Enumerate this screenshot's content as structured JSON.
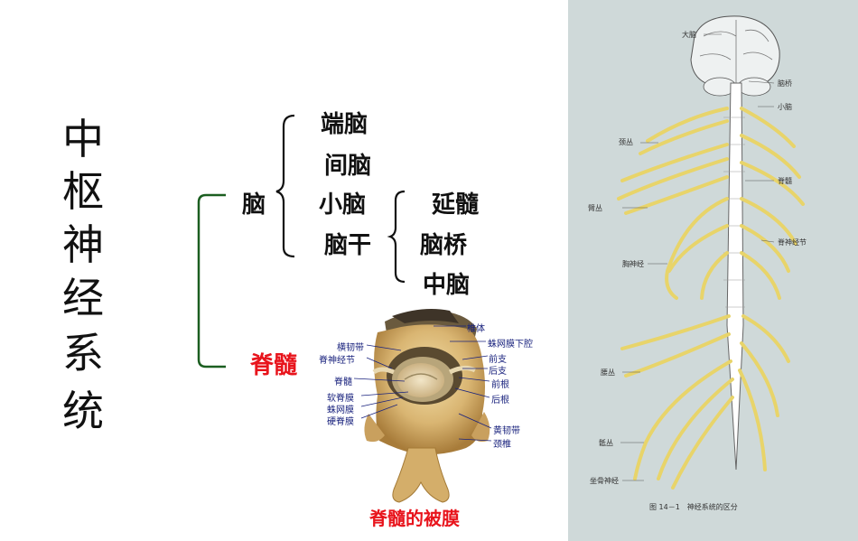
{
  "title_chars": [
    "中",
    "枢",
    "神",
    "经",
    "系",
    "统"
  ],
  "hierarchy": {
    "brain": "脑",
    "brain_parts": [
      "端脑",
      "间脑",
      "小脑",
      "脑干"
    ],
    "brainstem_parts": [
      "延髓",
      "脑桥",
      "中脑"
    ],
    "spinal_cord": "脊髓"
  },
  "spine_photo": {
    "labels_left": [
      "横韧带",
      "脊神经节",
      "脊髓",
      "软脊膜",
      "蛛网膜",
      "硬脊膜"
    ],
    "labels_right": [
      "椎体",
      "蛛网膜下腔",
      "前支",
      "后支",
      "前根",
      "后根",
      "黄韧带",
      "颈椎"
    ],
    "caption": "脊髓的被膜"
  },
  "nervous_figure": {
    "labels_left": [
      "颈丛",
      "臂丛",
      "胸神经",
      "腰丛",
      "骶丛",
      "坐骨神经"
    ],
    "labels_right": [
      "大脑",
      "脑桥",
      "小脑",
      "脊髓",
      "脊神经节"
    ],
    "caption": "图 14－1　神经系统的区分"
  }
}
